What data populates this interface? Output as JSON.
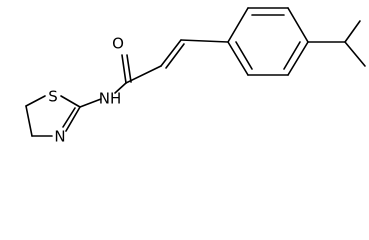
{
  "molecule": {
    "atoms": {
      "sulfur": "S",
      "ring_nitrogen": "N",
      "amide_nitrogen": "NH",
      "carbonyl_oxygen": "O"
    },
    "colors": {
      "bond": "#000000",
      "label": "#000000",
      "background": "#ffffff"
    }
  }
}
